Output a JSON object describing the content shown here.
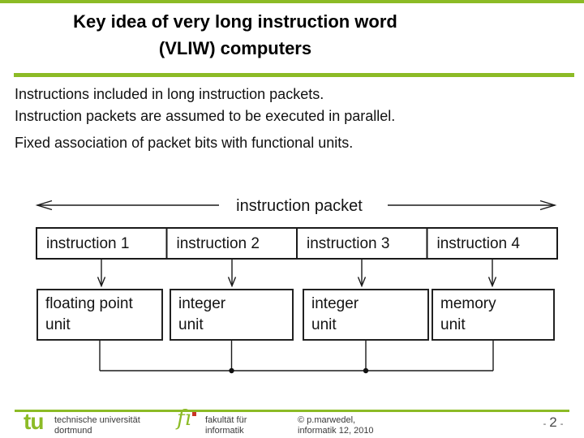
{
  "colors": {
    "accent_green": "#8CBB26",
    "logo_dot_red": "#C93526",
    "diagram_line": "#1a1a1a"
  },
  "title": {
    "line1": "Key idea of very long instruction word",
    "line2": "(VLIW) computers"
  },
  "body": {
    "line1": "Instructions included in long instruction packets.",
    "line2": "Instruction packets are assumed to be executed in parallel.",
    "line3": "Fixed association of packet bits with functional units."
  },
  "diagram": {
    "packet_label": "instruction packet",
    "instructions": [
      "instruction 1",
      "instruction 2",
      "instruction 3",
      "instruction 4"
    ],
    "units": [
      {
        "line1": "floating point",
        "line2": "unit"
      },
      {
        "line1": "integer",
        "line2": "unit"
      },
      {
        "line1": "integer",
        "line2": "unit"
      },
      {
        "line1": "memory",
        "line2": "unit"
      }
    ]
  },
  "footer": {
    "tu_logo": "tu",
    "institution": {
      "line1": "technische universität",
      "line2": "dortmund"
    },
    "fi_logo": "fı",
    "faculty": {
      "line1": "fakultät für",
      "line2": "informatik"
    },
    "credit": {
      "line1": "© p.marwedel,",
      "line2": "informatik 12,  2010"
    },
    "page": {
      "prefix": "-",
      "number": "2",
      "suffix": "-"
    }
  }
}
